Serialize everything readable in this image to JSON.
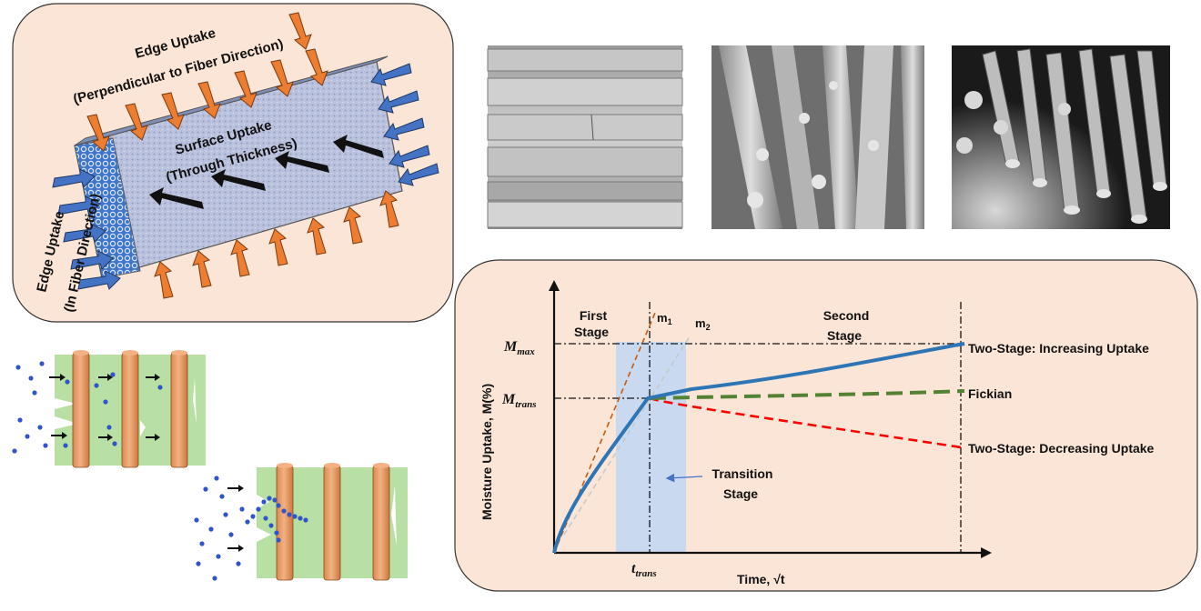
{
  "panel_absorption": {
    "edge_uptake_perp_line1": "Edge Uptake",
    "edge_uptake_perp_line2": "(Perpendicular to Fiber Direction)",
    "surface_uptake_line1": "Surface Uptake",
    "surface_uptake_line2": "(Through Thickness)",
    "edge_uptake_fiber_line1": "Edge Uptake",
    "edge_uptake_fiber_line2": "(In Fiber Direction)"
  },
  "sem_images": [
    {
      "name": "sem-image-1"
    },
    {
      "name": "sem-image-2"
    },
    {
      "name": "sem-image-3"
    }
  ],
  "chart_data": {
    "type": "line",
    "xlabel": "Time, √t",
    "ylabel": "Moisture Uptake, M(%)",
    "stage_labels": {
      "first_line1": "First",
      "first_line2": "Stage",
      "second_line1": "Second",
      "second_line2": "Stage",
      "transition_line1": "Transition",
      "transition_line2": "Stage"
    },
    "y_markers": {
      "m_max_base": "M",
      "m_max_sub": "max",
      "m_trans_base": "M",
      "m_trans_sub": "trans"
    },
    "x_marker": {
      "base": "t",
      "sub": "trans"
    },
    "slopes": {
      "m1_base": "m",
      "m1_sub": "1",
      "m2_base": "m",
      "m2_sub": "2"
    },
    "curve_labels": {
      "increasing": "Two-Stage: Increasing Uptake",
      "fickian": "Fickian",
      "decreasing": "Two-Stage: Decreasing Uptake"
    },
    "series": [
      {
        "name": "Two-Stage: Increasing Uptake",
        "color": "#2e75b6",
        "style": "solid"
      },
      {
        "name": "Fickian",
        "color": "#548235",
        "style": "dashed"
      },
      {
        "name": "Two-Stage: Decreasing Uptake",
        "color": "#ff0000",
        "style": "dashed"
      }
    ],
    "colors": {
      "background": "#fbe5d6",
      "transition_band": "#c9daf0"
    }
  }
}
